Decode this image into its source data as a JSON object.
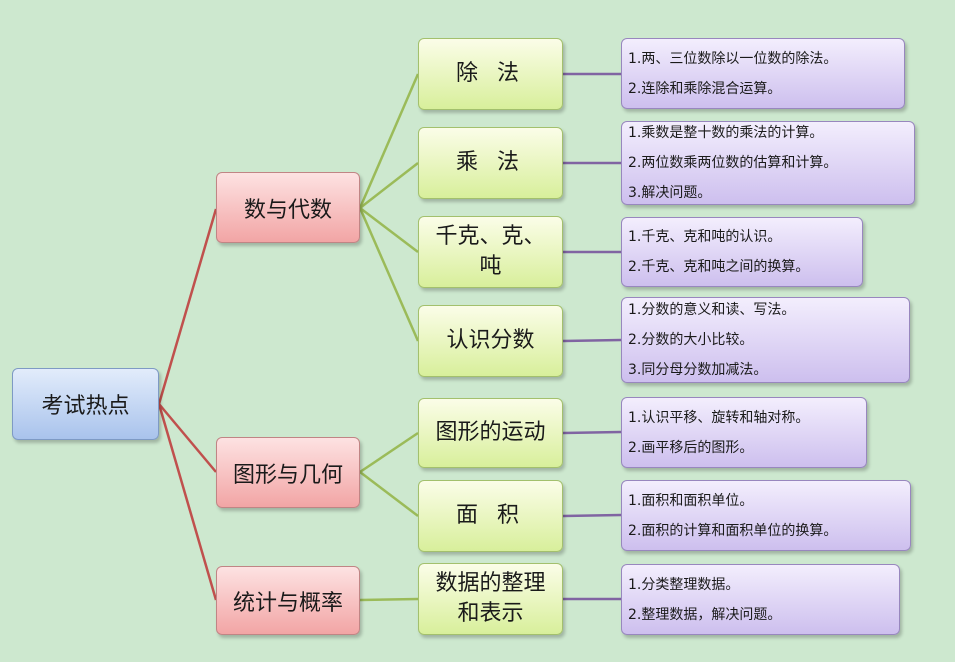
{
  "root": "考试热点",
  "categories": [
    {
      "label": "数与代数",
      "topics": [
        {
          "label": "除  法",
          "details": [
            "1.两、三位数除以一位数的除法。",
            "2.连除和乘除混合运算。"
          ]
        },
        {
          "label": "乘  法",
          "details": [
            "1.乘数是整十数的乘法的计算。",
            "2.两位数乘两位数的估算和计算。",
            "3.解决问题。"
          ]
        },
        {
          "label": "千克、克、吨",
          "details": [
            "1.千克、克和吨的认识。",
            "2.千克、克和吨之间的换算。"
          ]
        },
        {
          "label": "认识分数",
          "details": [
            "1.分数的意义和读、写法。",
            "2.分数的大小比较。",
            "3.同分母分数加减法。"
          ]
        }
      ]
    },
    {
      "label": "图形与几何",
      "topics": [
        {
          "label": "图形的运动",
          "details": [
            "1.认识平移、旋转和轴对称。",
            "2.画平移后的图形。"
          ]
        },
        {
          "label": "面  积",
          "details": [
            "1.面积和面积单位。",
            "2.面积的计算和面积单位的换算。"
          ]
        }
      ]
    },
    {
      "label": "统计与概率",
      "topics": [
        {
          "label": "数据的整理和表示",
          "details": [
            "1.分类整理数据。",
            "2.整理数据，解决问题。"
          ]
        }
      ]
    }
  ],
  "colors": {
    "background": "#cde8cf",
    "root_fill": "#a9c3ec",
    "category_fill": "#f2a5a5",
    "topic_fill": "#d8ef9b",
    "detail_fill": "#cdbfee",
    "category_link": "#c0504d",
    "topic_link": "#9bbb59",
    "detail_link": "#8064a2"
  }
}
